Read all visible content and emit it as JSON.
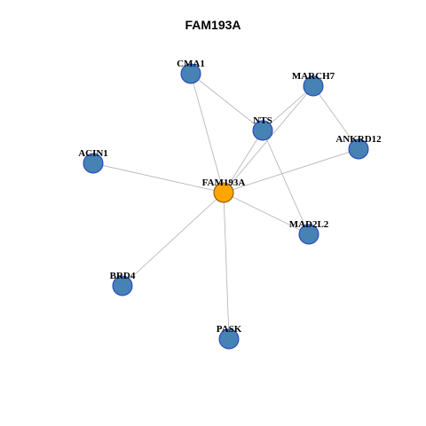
{
  "title": "FAM193A",
  "colors": {
    "node_default": "#4682b4",
    "node_center": "#ffa500",
    "node_stroke": "#1f3fbf",
    "center_stroke": "#8a4a00",
    "edge": "#b0b0b0"
  },
  "nodes": [
    {
      "id": "FAM193A",
      "label": "FAM193A",
      "center": true
    },
    {
      "id": "CMA1",
      "label": "CMA1"
    },
    {
      "id": "MARCH7",
      "label": "MARCH7"
    },
    {
      "id": "NTS",
      "label": "NTS"
    },
    {
      "id": "ANKRD12",
      "label": "ANKRD12"
    },
    {
      "id": "ACIN1",
      "label": "ACIN1"
    },
    {
      "id": "MAD2L2",
      "label": "MAD2L2"
    },
    {
      "id": "BRD4",
      "label": "BRD4"
    },
    {
      "id": "PASK",
      "label": "PASK"
    }
  ],
  "edges": [
    [
      "FAM193A",
      "CMA1"
    ],
    [
      "FAM193A",
      "NTS"
    ],
    [
      "FAM193A",
      "MARCH7"
    ],
    [
      "FAM193A",
      "ANKRD12"
    ],
    [
      "FAM193A",
      "ACIN1"
    ],
    [
      "FAM193A",
      "MAD2L2"
    ],
    [
      "FAM193A",
      "BRD4"
    ],
    [
      "FAM193A",
      "PASK"
    ],
    [
      "CMA1",
      "NTS"
    ],
    [
      "NTS",
      "MARCH7"
    ],
    [
      "NTS",
      "MAD2L2"
    ],
    [
      "MARCH7",
      "ANKRD12"
    ]
  ]
}
